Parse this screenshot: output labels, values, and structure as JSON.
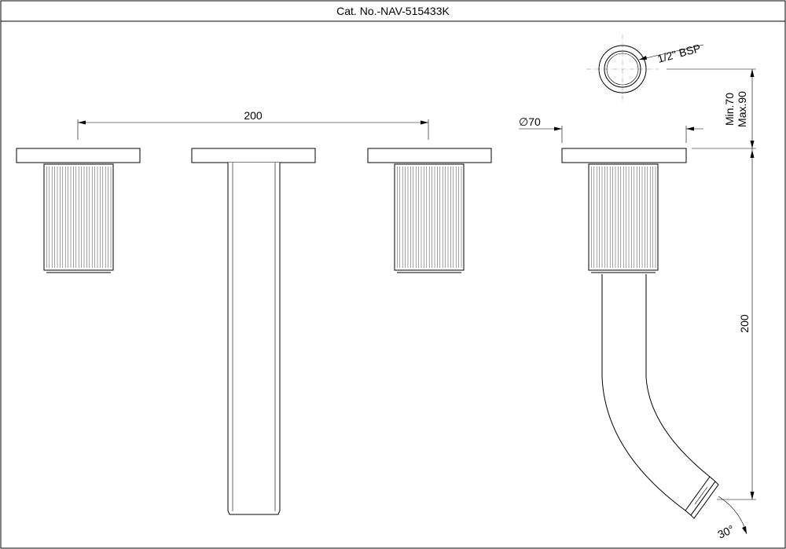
{
  "header": {
    "catalog_number": "Cat. No.-NAV-515433K"
  },
  "dimensions": {
    "handle_spacing": "200",
    "flange_diameter": "∅70",
    "spout_projection": "200",
    "wall_min": "Min.70",
    "wall_max": "Max.90",
    "outlet_angle": "30°",
    "connection_thread": "1/2\" BSP"
  }
}
